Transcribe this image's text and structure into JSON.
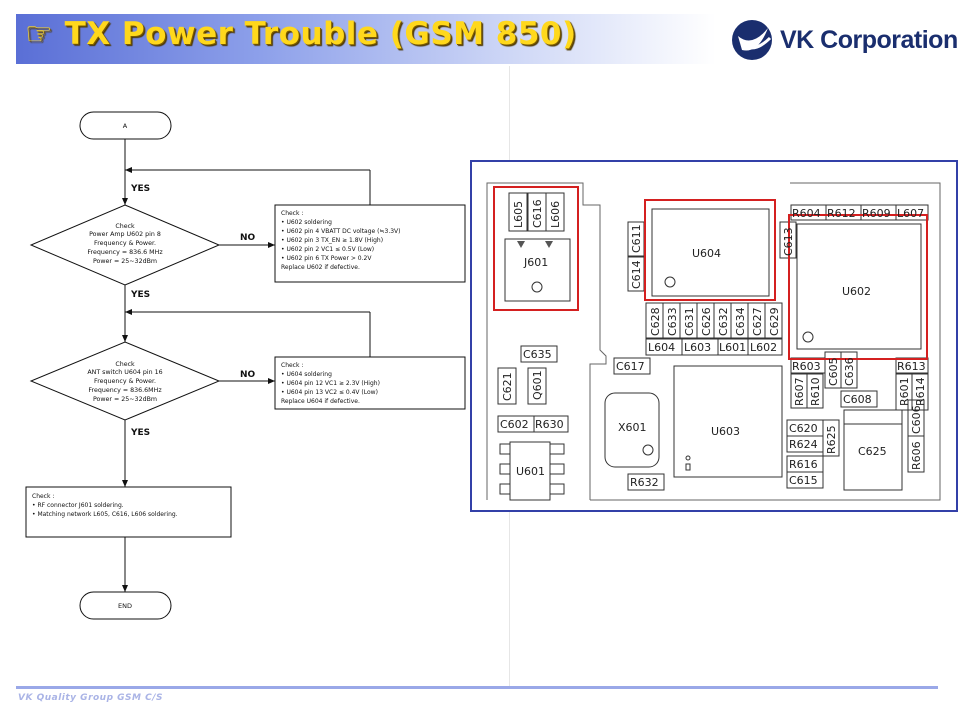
{
  "header": {
    "title": "☞ TX Power Trouble (GSM 850)",
    "logo_text": "VK Corporation"
  },
  "footer": {
    "text": "VK Quality Group GSM C/S"
  },
  "flowchart": {
    "start_label": "A",
    "end_label": "END",
    "yes_label": "YES",
    "no_label": "NO",
    "decision1": [
      "Check",
      "Power Amp U602 pin 8",
      "Frequency & Power.",
      "Frequency = 836.6 MHz",
      "Power = 25~32dBm"
    ],
    "action1": [
      "Check :",
      "• U602 soldering",
      "• U602 pin 4 VBATT DC voltage (≒3.3V)",
      "• U602 pin 3 TX_EN ≥ 1.8V (High)",
      "• U602 pin 2 VC1 ≤ 0.5V (Low)",
      "• U602 pin 6 TX Power > 0.2V",
      "Replace U602 if defective."
    ],
    "decision2": [
      "Check",
      "ANT switch U604 pin 16",
      "Frequency & Power.",
      "Frequency = 836.6MHz",
      "Power = 25~32dBm"
    ],
    "action2": [
      "Check :",
      "• U604 soldering",
      "• U604 pin 12 VC1 ≥ 2.3V (High)",
      "• U604 pin 13 VC2 ≤ 0.4V (Low)",
      "Replace U604 if defective."
    ],
    "action3": [
      "Check :",
      "• RF connector J601 soldering.",
      "• Matching network L605, C616, L606 soldering."
    ]
  },
  "pcb": {
    "components": [
      "L605",
      "C616",
      "L606",
      "J601",
      "C611",
      "C614",
      "U604",
      "C613",
      "R604",
      "R612",
      "R609",
      "L607",
      "U602",
      "C628",
      "C633",
      "C631",
      "C626",
      "C632",
      "C634",
      "C627",
      "C629",
      "L604",
      "L603",
      "L601",
      "L602",
      "C635",
      "C621",
      "Q601",
      "C617",
      "R603",
      "C605",
      "C636",
      "R613",
      "R607",
      "R610",
      "R601",
      "R614",
      "C608",
      "X601",
      "U603",
      "C602",
      "R630",
      "C620",
      "R624",
      "R625",
      "R616",
      "C615",
      "R606",
      "C606",
      "C625",
      "U601",
      "R632"
    ],
    "highlight_color": "#d42020",
    "frame_color": "#3340a8"
  }
}
